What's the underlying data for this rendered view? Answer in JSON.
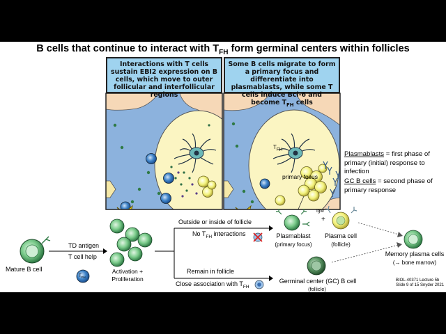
{
  "title": {
    "main": "B cells that continue to interact with T",
    "sub": "FH",
    "rest": " form germinal centers within follicles"
  },
  "panel_left": {
    "text": "Interactions with T cells sustain EBI2 expression on B cells, which move to outer follicular and interfollicular regions"
  },
  "panel_right": {
    "line1": "Some B cells migrate to form a primary focus and differentiate into plasmablasts, while some T cells induce Bcl-6 and become T",
    "sub": "FH",
    "rest": " cells"
  },
  "panel_labels": {
    "tfh": "T",
    "tfh_sub": "FH",
    "primary_focus": "primary focus"
  },
  "side_notes": {
    "plasmablasts_term": "Plasmablasts",
    "plasmablasts_def": " = first phase of primary (initial) response to infection",
    "gc_term": "GC B cells",
    "gc_def": " = second phase of primary response"
  },
  "flow": {
    "mature_b": "Mature B cell",
    "td_antigen": "TD antigen",
    "t_help": "T cell help",
    "t_badge": "T",
    "t_badge_sub": "FH",
    "activation": "Activation +\nProliferation",
    "outside": "Outside or inside of follicle",
    "no_tfh": "No T",
    "no_tfh_sub": "FH",
    "no_tfh_rest": " interactions",
    "plasmablast": "Plasmablast",
    "plasmablast_sub": "(primary focus)",
    "plus": "+",
    "igm": "IgM",
    "plasma_cell": "Plasma cell",
    "plasma_cell_sub": "(follicle)",
    "memory": "Memory plasma cells",
    "memory_sub": "(→ bone marrow)",
    "remain": "Remain in follicle",
    "close_assoc": "Close association with T",
    "close_assoc_sub": "FH",
    "gc_b": "Germinal center (GC) B cell",
    "gc_b_sub": "(follicle)"
  },
  "footer": {
    "line1": "BIOL-40371 Lecture 5b",
    "line2": "Slide  9 of 15 Snyder 2021"
  },
  "colors": {
    "panel_bg": "#8cb2dd",
    "follicle": "#fbf5c2",
    "tissue": "#f6d8b7",
    "header": "#9fd3ef",
    "b_cell": "#2e6fb5",
    "green_cell": "#6fc383",
    "yellow_cell": "#f1f07a"
  }
}
